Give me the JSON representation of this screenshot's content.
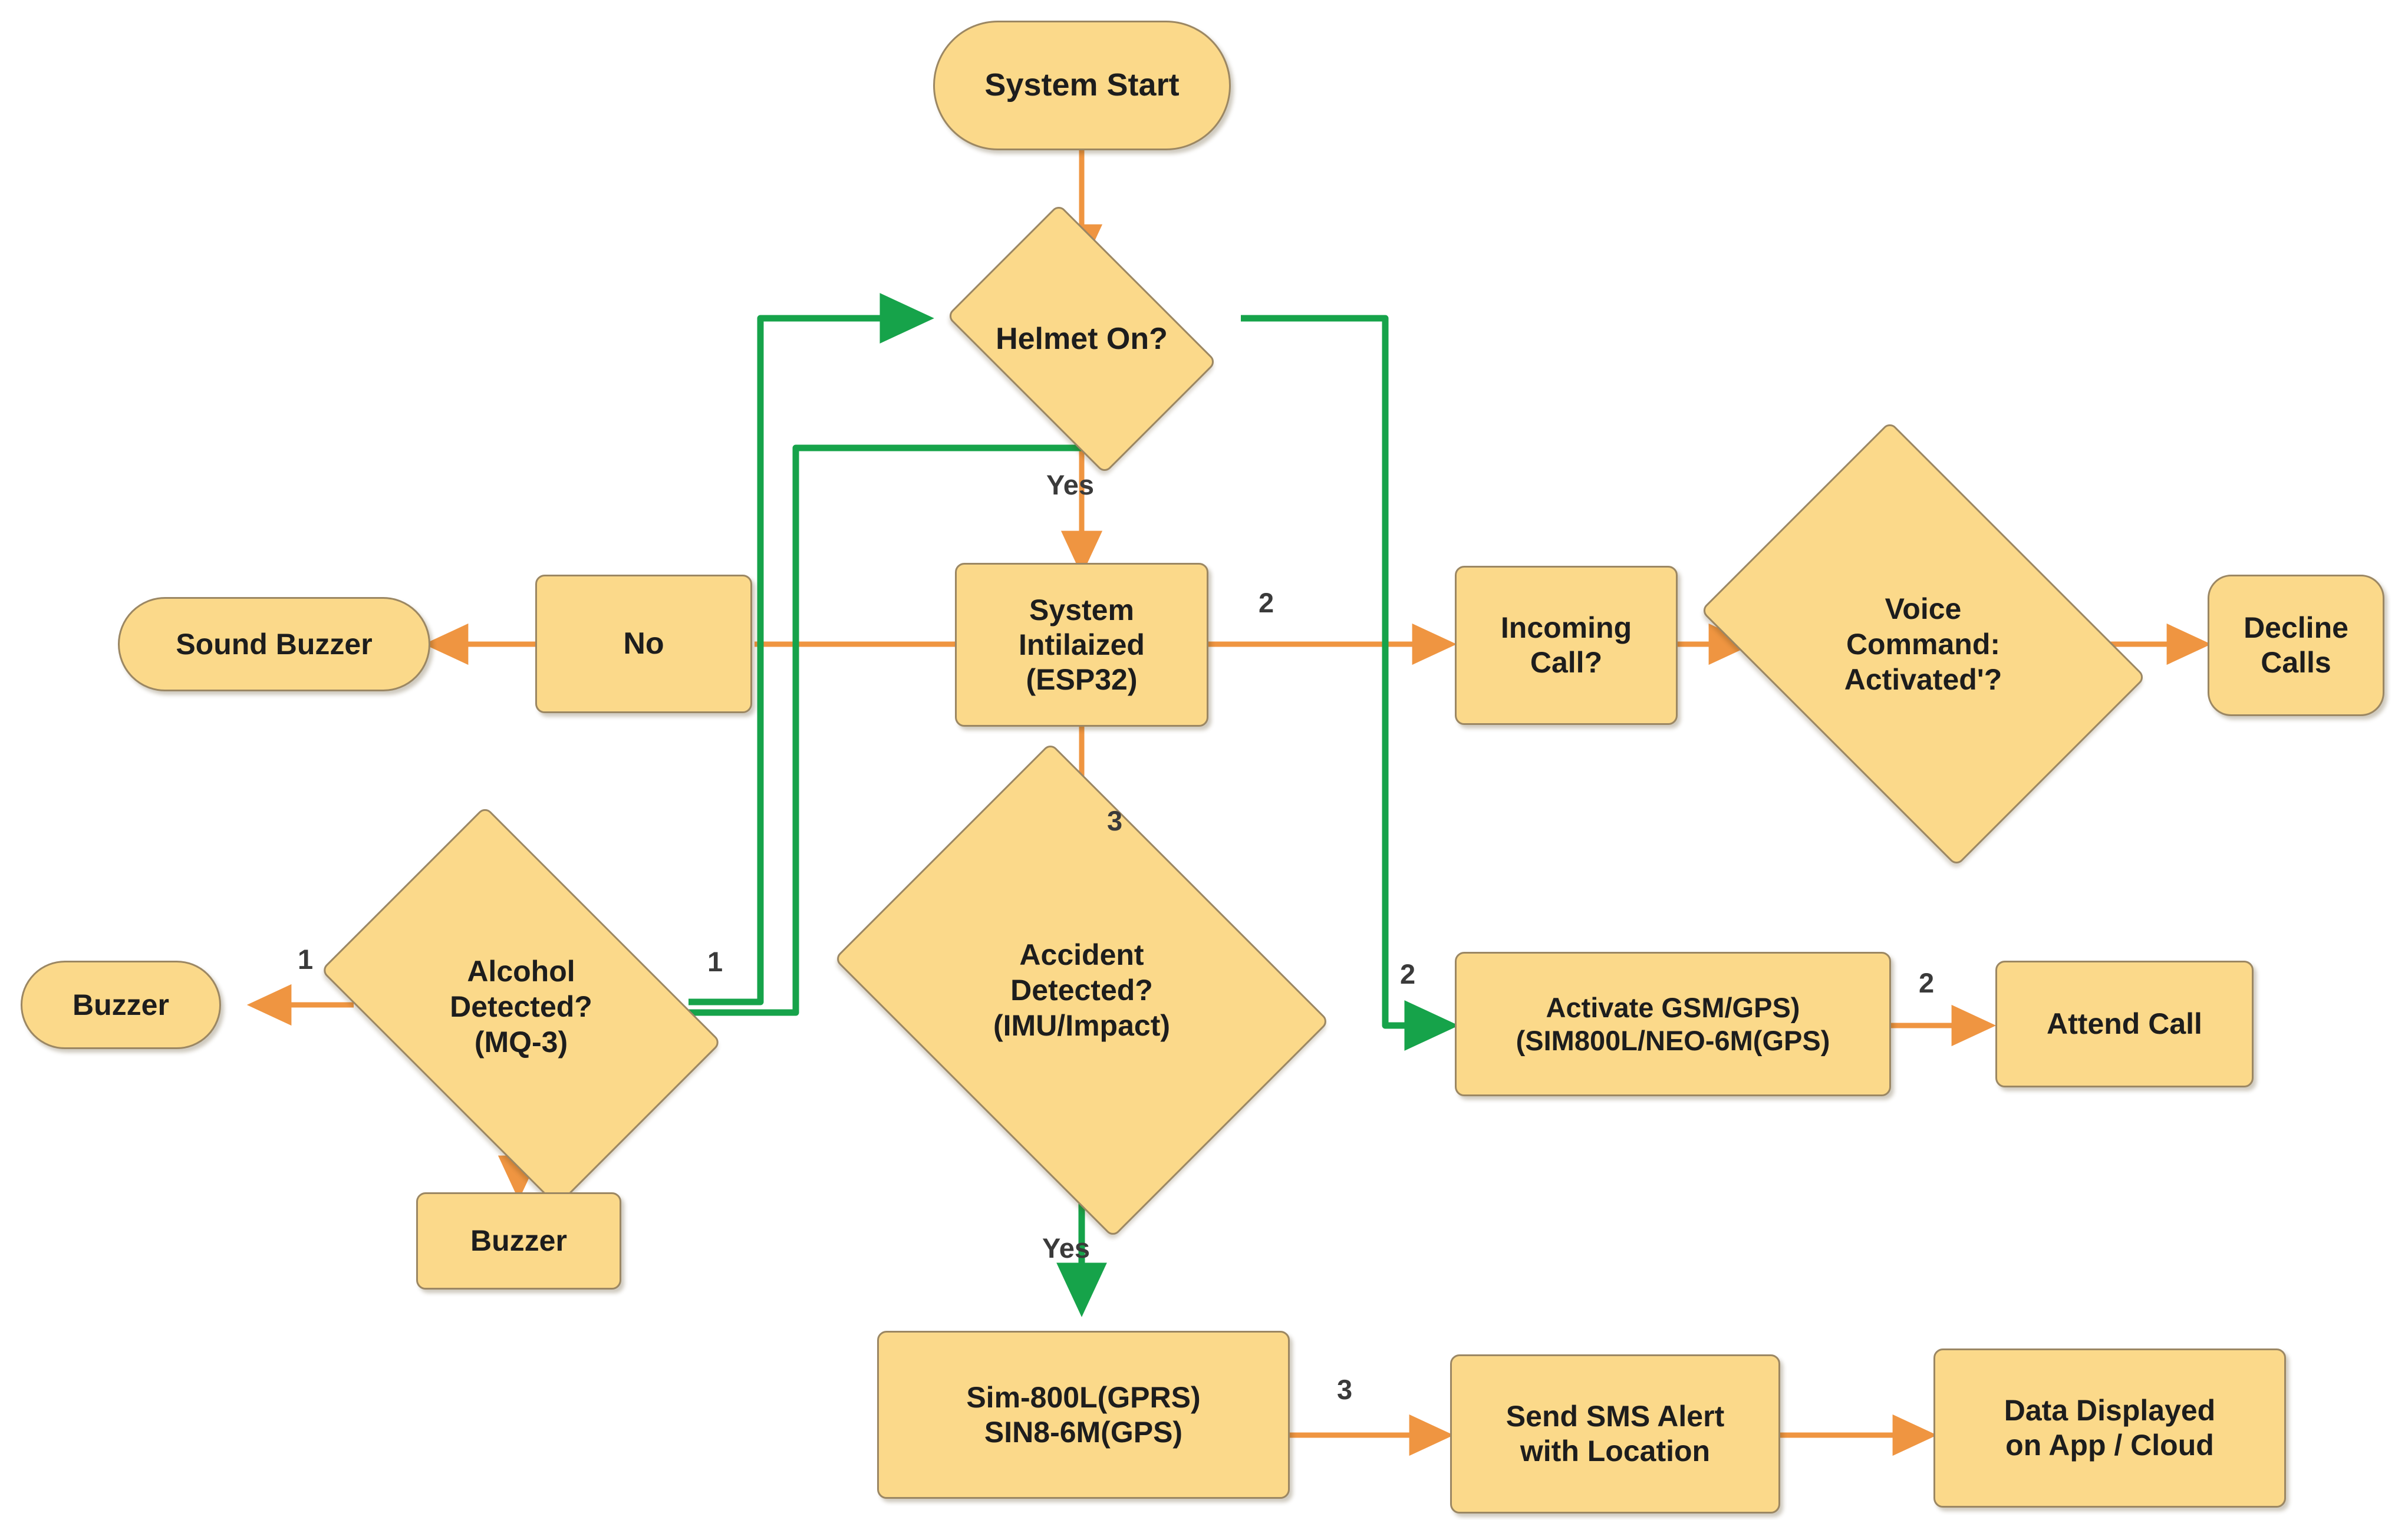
{
  "diagram": {
    "title": "Smart Helmet System Flowchart",
    "colors": {
      "node_fill": "#fbd98a",
      "node_border": "#9b8763",
      "orange_edge": "#ef9541",
      "green_edge": "#16a34a",
      "text": "#1d1d1d",
      "label_text": "#3a3a3a",
      "background": "#ffffff"
    },
    "nodes": {
      "system_start": {
        "label": "System Start",
        "shape": "stadium"
      },
      "helmet_on": {
        "label": "Helmet On?",
        "shape": "diamond"
      },
      "sound_buzzer": {
        "label": "Sound Buzzer",
        "shape": "stadium"
      },
      "no": {
        "label": "No",
        "shape": "rect"
      },
      "system_initialized": {
        "label": "System\nIntilaized\n(ESP32)",
        "shape": "rect"
      },
      "incoming_call": {
        "label": "Incoming\nCall?",
        "shape": "rect"
      },
      "voice_command": {
        "label": "Voice\nCommand:\nActivated'?",
        "shape": "diamond"
      },
      "decline_calls": {
        "label": "Decline\nCalls",
        "shape": "softrect"
      },
      "buzzer_left": {
        "label": "Buzzer",
        "shape": "stadium"
      },
      "alcohol_detected": {
        "label": "Alcohol\nDetected?\n(MQ-3)",
        "shape": "diamond"
      },
      "buzzer_bottom": {
        "label": "Buzzer",
        "shape": "rect"
      },
      "accident_detected": {
        "label": "Accident\nDetected?\n(IMU/Impact)",
        "shape": "diamond"
      },
      "activate_gsm_gps": {
        "label": "Activate GSM/GPS)\n(SIM800L/NEO-6M(GPS)",
        "shape": "rect"
      },
      "attend_call": {
        "label": "Attend Call",
        "shape": "rect"
      },
      "sim800l_gprs": {
        "label": "Sim-800L(GPRS)\nSIN8-6M(GPS)",
        "shape": "rect"
      },
      "send_sms_alert": {
        "label": "Send SMS Alert\nwith Location",
        "shape": "rect"
      },
      "data_displayed": {
        "label": "Data Displayed\non App / Cloud",
        "shape": "rect"
      }
    },
    "edge_labels": {
      "helmet_yes": "Yes",
      "accident_yes": "Yes",
      "init_to_incoming": "2",
      "init_to_accident": "3",
      "alcohol_to_buzzer": "1",
      "alcohol_loop": "1",
      "helmet_to_gsm": "2",
      "gsm_to_attend": "2",
      "sim_to_sms": "3"
    },
    "edges": [
      {
        "from": "system_start",
        "to": "helmet_on",
        "color": "orange",
        "label": ""
      },
      {
        "from": "helmet_on",
        "to": "system_initialized",
        "color": "orange",
        "label": "Yes"
      },
      {
        "from": "system_initialized",
        "to": "no",
        "color": "orange",
        "label": ""
      },
      {
        "from": "no",
        "to": "sound_buzzer",
        "color": "orange",
        "label": ""
      },
      {
        "from": "system_initialized",
        "to": "incoming_call",
        "color": "orange",
        "label": "2"
      },
      {
        "from": "incoming_call",
        "to": "voice_command",
        "color": "orange",
        "label": ""
      },
      {
        "from": "voice_command",
        "to": "decline_calls",
        "color": "orange",
        "label": ""
      },
      {
        "from": "system_initialized",
        "to": "accident_detected",
        "color": "orange",
        "label": "3"
      },
      {
        "from": "alcohol_detected",
        "to": "buzzer_left",
        "color": "orange",
        "label": "1"
      },
      {
        "from": "alcohol_detected",
        "to": "buzzer_bottom",
        "color": "orange",
        "label": ""
      },
      {
        "from": "alcohol_detected",
        "to": "helmet_on",
        "color": "green",
        "label": "1"
      },
      {
        "from": "alcohol_detected",
        "to": "helmet_on",
        "color": "green",
        "label": ""
      },
      {
        "from": "helmet_on",
        "to": "activate_gsm_gps",
        "color": "green",
        "label": "2"
      },
      {
        "from": "activate_gsm_gps",
        "to": "attend_call",
        "color": "orange",
        "label": "2"
      },
      {
        "from": "accident_detected",
        "to": "sim800l_gprs",
        "color": "green",
        "label": "Yes"
      },
      {
        "from": "sim800l_gprs",
        "to": "send_sms_alert",
        "color": "orange",
        "label": "3"
      },
      {
        "from": "send_sms_alert",
        "to": "data_displayed",
        "color": "orange",
        "label": ""
      }
    ]
  }
}
